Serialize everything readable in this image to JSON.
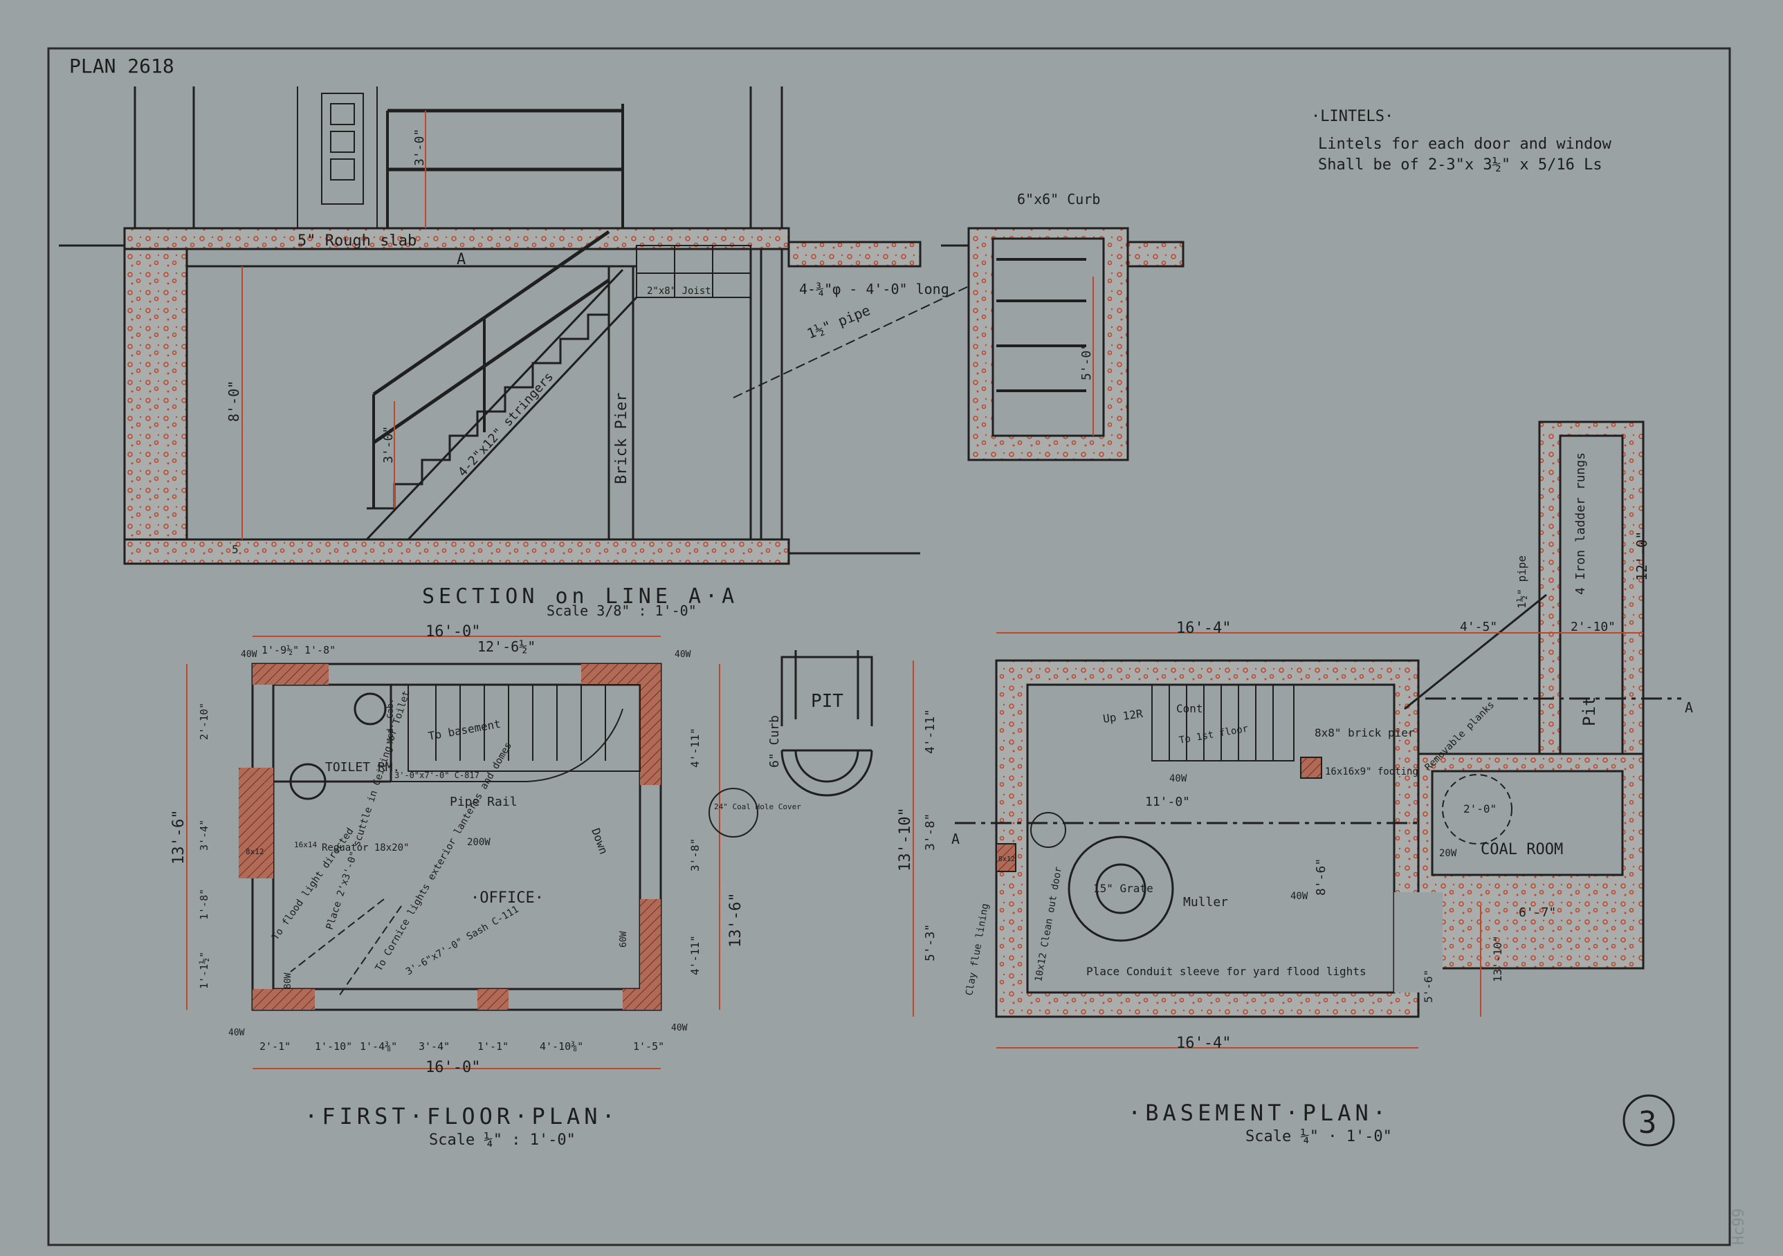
{
  "sheet": {
    "plan_number": "PLAN 2618",
    "sheet_number": "3",
    "stamp": "Hc99"
  },
  "notes": {
    "lintels_title": "·LINTELS·",
    "lintels_line1": "Lintels for each door and window",
    "lintels_line2": "Shall be of  2-3\"x 3½\" x 5/16 Ls"
  },
  "section": {
    "title": "SECTION on LINE A·A",
    "scale": "Scale 3/8\" : 1'-0\"",
    "labels": {
      "slab": "5\" Rough slab",
      "line_a": "A",
      "joist": "2\"x8\" Joist",
      "bolts": "4-¾\"φ - 4'-0\" long",
      "pipe": "1½\" pipe",
      "curb": "6\"x6\" Curb",
      "stringers": "4-2\"x12\" stringers",
      "pier": "Brick Pier",
      "height_8": "8'-0\"",
      "rail_3a": "3'-0\"",
      "rail_3b": "3'-0\"",
      "pit_depth": "5'-0\"",
      "footing": "5"
    }
  },
  "pit_detail": {
    "label": "PIT",
    "curb": "6\" Curb"
  },
  "first_floor": {
    "title": "·FIRST·FLOOR·PLAN·",
    "scale": "Scale ¼\" : 1'-0\"",
    "rooms": {
      "toilet": "TOILET RM.",
      "office": "·OFFICE·"
    },
    "labels": {
      "to_basement": "To basement",
      "pipe_rail": "Pipe Rail",
      "down": "Down",
      "coal_hole": "24\" Coal Hole Cover",
      "requator": "Requator 18x20\"",
      "scuttle": "Place 2'x3'-0\" scuttle in Ceiling of Toilet",
      "cornice": "To Cornice lights exterior lanterns and domes",
      "flood": "To flood light directed",
      "sash": "3'-6\"x7'-0\" Sash C-111",
      "vent": "16x14",
      "chimney": "8x12",
      "door_top": "3'-0\"x7'-0\" C-817",
      "med": "Med. Cab."
    },
    "lamps": [
      "40W",
      "40W",
      "200W",
      "60W",
      "80W",
      "40W",
      "40W"
    ],
    "dims_top": [
      "16'-0\"",
      "1'-9½\"",
      "1'-8\"",
      "12'-6½\""
    ],
    "dims_bottom": [
      "2'-1\"",
      "1'-10\"",
      "1'-4⅜\"",
      "3'-4\"",
      "1'-1\"",
      "4'-10⅜\"",
      "1'-5\"",
      "16'-0\""
    ],
    "dims_left": [
      "13'-6\"",
      "2'-10\"",
      "3'-4\"",
      "1'-8\"",
      "1'-1½\""
    ],
    "dims_right": [
      "13'-6\"",
      "4'-11\"",
      "3'-8\"",
      "4'-11\""
    ]
  },
  "basement": {
    "title": "·BASEMENT·PLAN·",
    "scale": "Scale ¼\" · 1'-0\"",
    "rooms": {
      "coal": "COAL ROOM",
      "pit": "Pit"
    },
    "labels": {
      "up": "Up 12R",
      "to_first": "To 1st floor",
      "cont": "Cont",
      "pier": "8x8\" brick pier",
      "footing": "16x16x9\" footing",
      "grate": "15\" Grate",
      "muller": "Muller",
      "cleanout": "10x12 Clean out door",
      "clay_flue": "Clay flue lining",
      "conduit": "Place Conduit sleeve for yard flood lights",
      "planks": "Removable planks",
      "ladder": "4 Iron ladder rungs",
      "pipe": "1½\" pipe",
      "section_a": "A",
      "chimney": "8x12"
    },
    "lamps": [
      "40W",
      "40W",
      "20W"
    ],
    "dims_top": [
      "16'-4\"",
      "4'-5\"",
      "2'-10\""
    ],
    "dims_bottom": [
      "16'-4\""
    ],
    "dims_left": [
      "13'-10\"",
      "4'-11\"",
      "3'-8\"",
      "5'-3\""
    ],
    "dims_right": [
      "13'-10\"",
      "5'-6\"",
      "12'-0\"",
      "8'-6\"",
      "11'-0\"",
      "6'-7\"",
      "2'-0\""
    ]
  }
}
